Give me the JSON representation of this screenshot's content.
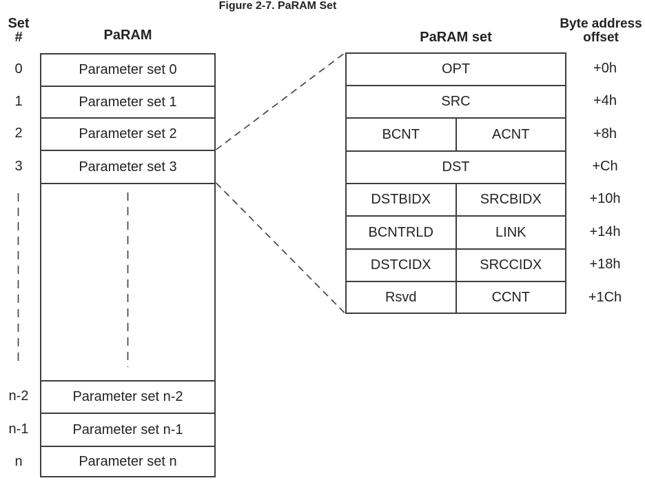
{
  "figure": {
    "title": "Figure 2-7. PaRAM Set"
  },
  "left_panel": {
    "set_header_line1": "Set",
    "set_header_line2": "#",
    "table_header": "PaRAM",
    "set_numbers": [
      "0",
      "1",
      "2",
      "3",
      "n-2",
      "n-1",
      "n"
    ],
    "rows": [
      "Parameter set 0",
      "Parameter set 1",
      "Parameter set 2",
      "Parameter set 3",
      "",
      "Parameter set n-2",
      "Parameter set n-1",
      "Parameter set n"
    ]
  },
  "right_panel": {
    "table_header": "PaRAM set",
    "offset_header_line1": "Byte address",
    "offset_header_line2": "offset",
    "rows": [
      {
        "cells": [
          "OPT"
        ],
        "offset": "+0h"
      },
      {
        "cells": [
          "SRC"
        ],
        "offset": "+4h"
      },
      {
        "cells": [
          "BCNT",
          "ACNT"
        ],
        "offset": "+8h"
      },
      {
        "cells": [
          "DST"
        ],
        "offset": "+Ch"
      },
      {
        "cells": [
          "DSTBIDX",
          "SRCBIDX"
        ],
        "offset": "+10h"
      },
      {
        "cells": [
          "BCNTRLD",
          "LINK"
        ],
        "offset": "+14h"
      },
      {
        "cells": [
          "DSTCIDX",
          "SRCCIDX"
        ],
        "offset": "+18h"
      },
      {
        "cells": [
          "Rsvd",
          "CCNT"
        ],
        "offset": "+1Ch"
      }
    ]
  },
  "colors": {
    "background": "#ffffff",
    "text": "#232323",
    "border": "#3d3d3d",
    "dash": "#454545"
  }
}
